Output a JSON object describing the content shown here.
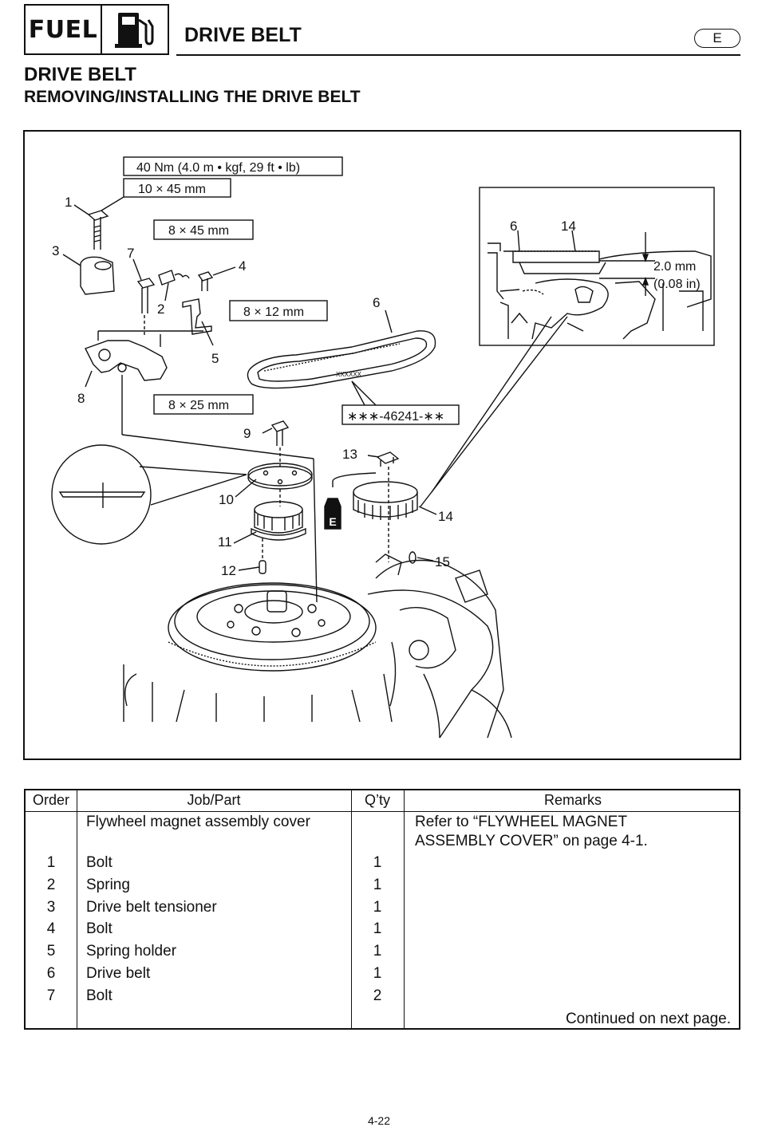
{
  "header": {
    "section_label": "FUEL",
    "section_icon": "fuel-pump-icon",
    "title": "DRIVE BELT",
    "language_badge": "E"
  },
  "page": {
    "title": "DRIVE BELT",
    "subtitle": "REMOVING/INSTALLING THE DRIVE BELT"
  },
  "figure": {
    "torque_spec": "40 Nm (4.0 m • kgf, 29 ft • lb)",
    "size_1": "10 × 45 mm",
    "size_7": "8 × 45 mm",
    "size_4": "8 × 12 mm",
    "size_9": "8 × 25 mm",
    "belt_part_number": "∗∗∗-46241-∗∗",
    "belt_marking": "XXXXXX",
    "gap_value_mm": "2.0 mm",
    "gap_value_in": "(0.08 in)",
    "oil_symbol": "E",
    "callouts": [
      "1",
      "2",
      "3",
      "4",
      "5",
      "6",
      "7",
      "8",
      "9",
      "10",
      "11",
      "12",
      "13",
      "14",
      "15"
    ],
    "inset_callouts": [
      "6",
      "14"
    ]
  },
  "table": {
    "headers": {
      "order": "Order",
      "job": "Job/Part",
      "qty": "Q’ty",
      "remarks": "Remarks"
    },
    "rows": [
      {
        "order": "",
        "job": "Flywheel magnet assembly cover",
        "qty": "",
        "remarks": "Refer to “FLYWHEEL MAGNET",
        "remarks2": "ASSEMBLY COVER” on page 4-1."
      },
      {
        "order": "1",
        "job": "Bolt",
        "qty": "1"
      },
      {
        "order": "2",
        "job": "Spring",
        "qty": "1"
      },
      {
        "order": "3",
        "job": "Drive belt tensioner",
        "qty": "1"
      },
      {
        "order": "4",
        "job": "Bolt",
        "qty": "1"
      },
      {
        "order": "5",
        "job": "Spring holder",
        "qty": "1"
      },
      {
        "order": "6",
        "job": "Drive belt",
        "qty": "1"
      },
      {
        "order": "7",
        "job": "Bolt",
        "qty": "2"
      }
    ],
    "continued": "Continued on next page."
  },
  "footer": {
    "page_number": "4-22"
  }
}
